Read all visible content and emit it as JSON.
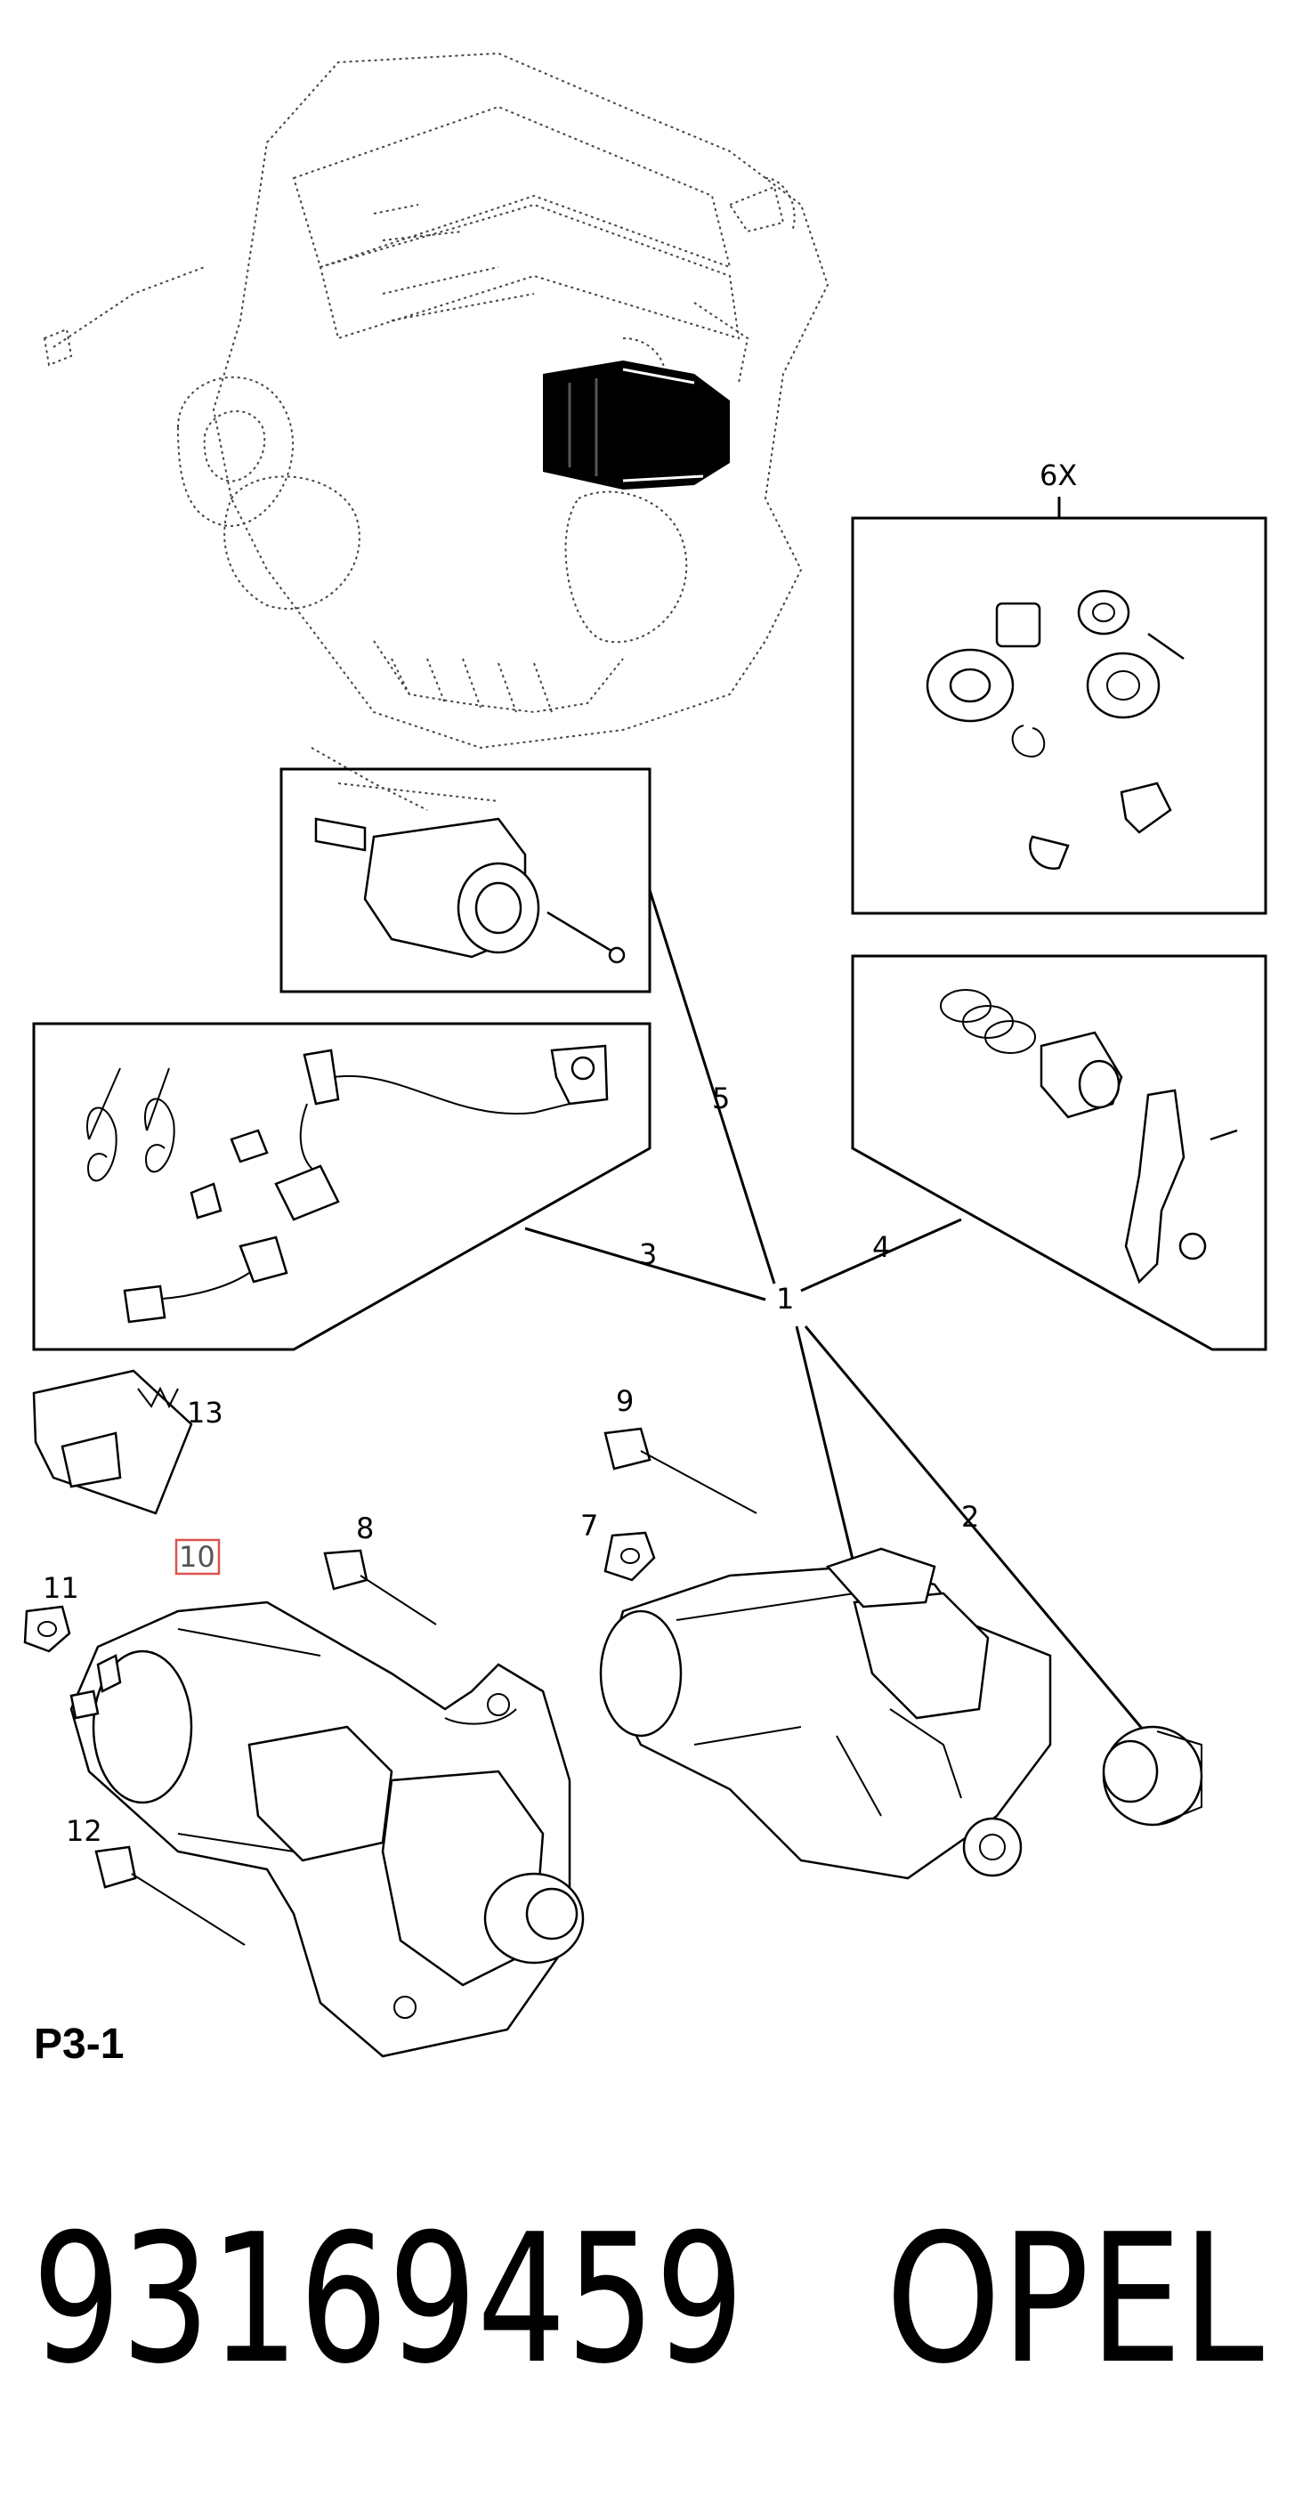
{
  "callouts": {
    "c1": "1",
    "c2": "2",
    "c3": "3",
    "c4": "4",
    "c5": "5",
    "c6": "6X",
    "c7": "7",
    "c8": "8",
    "c9": "9",
    "c10": "10",
    "c11": "11",
    "c12": "12",
    "c13": "13"
  },
  "page_label": "P3-1",
  "part_number": "93169459",
  "brand": "OPEL",
  "colors": {
    "highlight_box": "#d9534f",
    "ink": "#000000"
  }
}
